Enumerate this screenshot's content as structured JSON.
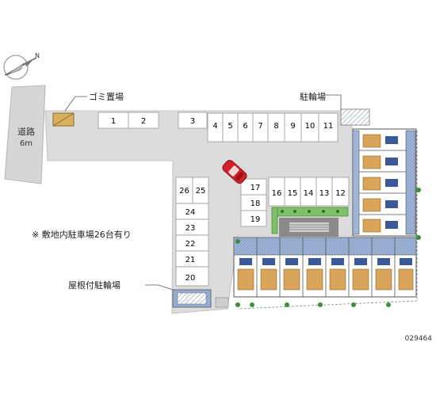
{
  "compass": {
    "north_label": "N"
  },
  "road": {
    "name": "道路",
    "width": "6m"
  },
  "labels": {
    "garbage": "ゴミ置場",
    "bike_parking": "駐輪場",
    "roofed_bike_parking": "屋根付駐輪場",
    "note": "※ 敷地内駐車場26台有り"
  },
  "parking": {
    "top_row": [
      "1",
      "2",
      "3"
    ],
    "right_row": [
      "4",
      "5",
      "6",
      "7",
      "8",
      "9",
      "10",
      "11"
    ],
    "middle_block": [
      "17",
      "18",
      "19"
    ],
    "middle_row": [
      "16",
      "15",
      "14",
      "13",
      "12"
    ],
    "left_block": [
      "26",
      "25",
      "24",
      "23",
      "22",
      "21",
      "20"
    ],
    "highlighted_space": "17"
  },
  "building": {
    "east_units": 5,
    "south_units": 8
  },
  "map_id": "029464"
}
